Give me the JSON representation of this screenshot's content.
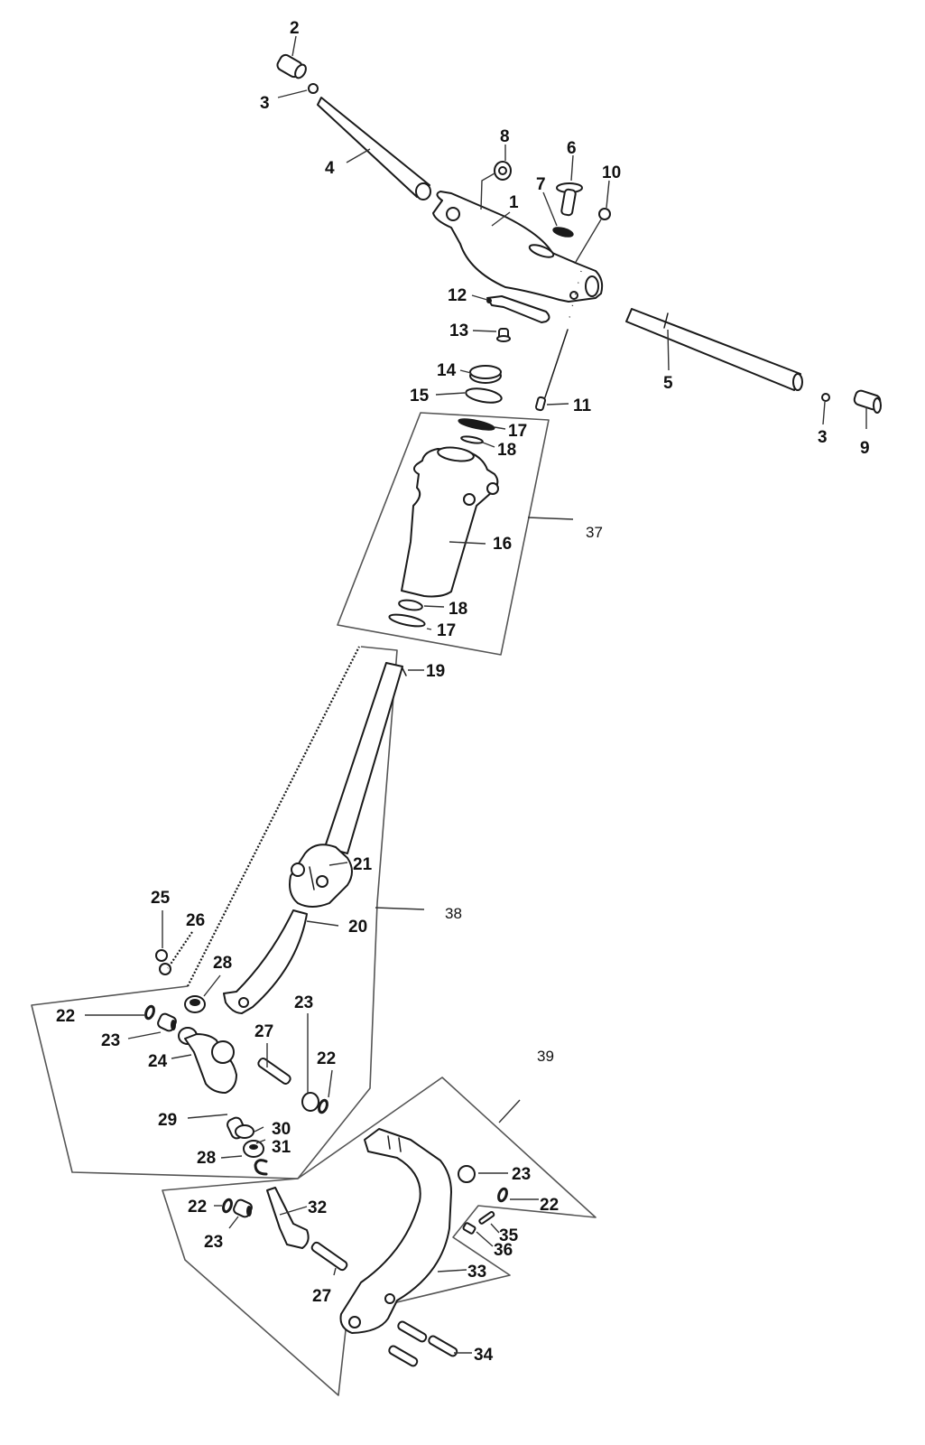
{
  "diagram": {
    "title": "Steering column exploded parts diagram",
    "callouts": {
      "p1": "1",
      "p2": "2",
      "p3a": "3",
      "p3b": "3",
      "p4": "4",
      "p5": "5",
      "p6": "6",
      "p7": "7",
      "p8": "8",
      "p9": "9",
      "p10": "10",
      "p11": "11",
      "p12": "12",
      "p13": "13",
      "p14": "14",
      "p15": "15",
      "p16": "16",
      "p17a": "17",
      "p17b": "17",
      "p18a": "18",
      "p18b": "18",
      "p19": "19",
      "p20": "20",
      "p21": "21",
      "p22a": "22",
      "p22b": "22",
      "p22c": "22",
      "p22d": "22",
      "p23a": "23",
      "p23b": "23",
      "p23c": "23",
      "p23d": "23",
      "p24": "24",
      "p25": "25",
      "p26": "26",
      "p27a": "27",
      "p27b": "27",
      "p28a": "28",
      "p28b": "28",
      "p29": "29",
      "p30": "30",
      "p31": "31",
      "p32": "32",
      "p33": "33",
      "p34": "34",
      "p35": "35",
      "p36": "36"
    },
    "groups": {
      "g37": "37",
      "g38": "38",
      "g39": "39"
    }
  }
}
